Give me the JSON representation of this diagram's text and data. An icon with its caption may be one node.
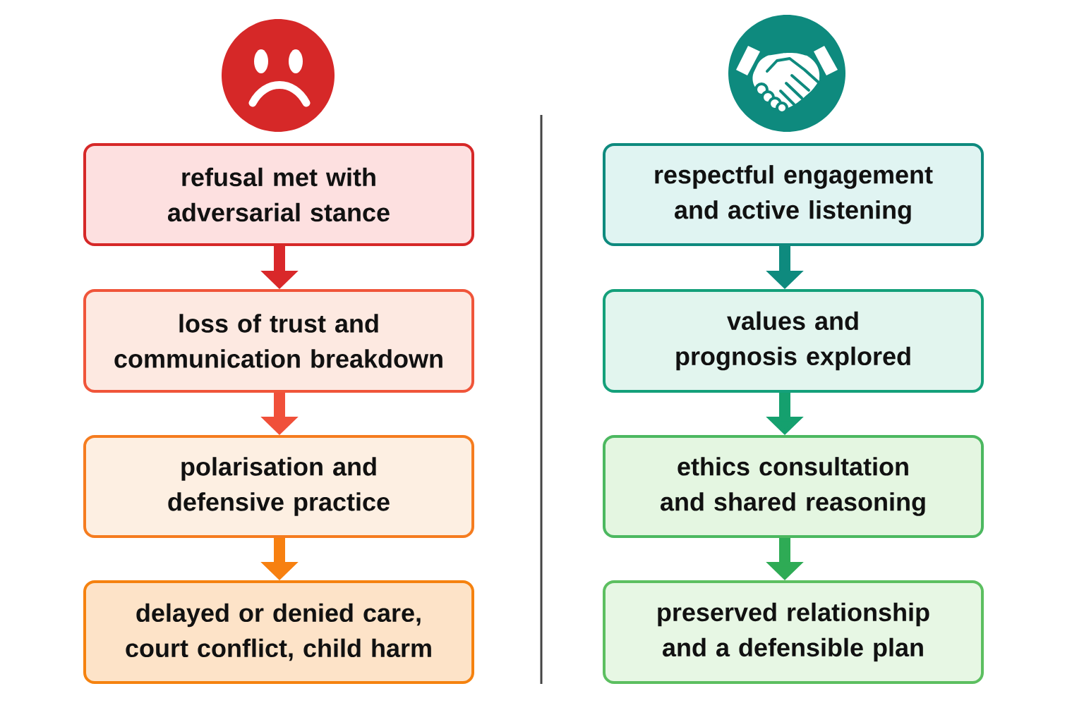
{
  "diagram": {
    "nodes": [
      {
        "text": [
          "refusal met with adversarial stance"
        ]
      },
      {
        "text": [
          "loss of trust and communication breakdown"
        ]
      },
      {
        "text": [
          "polarisation and defensive practice"
        ]
      },
      {
        "text": [
          "delayed or denied care, court conflict, child harm"
        ]
      },
      {
        "text": [
          "respectful engagement and active listening"
        ]
      },
      {
        "text": [
          "values and prognosis explored"
        ]
      },
      {
        "text": [
          "ethics consultation and shared reasoning"
        ]
      },
      {
        "text": [
          "preserved relationship and a defensible plan"
        ]
      }
    ],
    "edges": [
      {
        "from": 0,
        "to": 1,
        "arrow": "to",
        "color": "#d9282a"
      },
      {
        "from": 1,
        "to": 2,
        "arrow": "to",
        "color": "#f0503a"
      },
      {
        "from": 2,
        "to": 3,
        "arrow": "to",
        "color": "#f78010"
      },
      {
        "from": 4,
        "to": 5,
        "arrow": "to",
        "color": "#0e8a7e"
      },
      {
        "from": 5,
        "to": 6,
        "arrow": "to",
        "color": "#15a06e"
      },
      {
        "from": 6,
        "to": 7,
        "arrow": "to",
        "color": "#2eab55"
      }
    ]
  }
}
